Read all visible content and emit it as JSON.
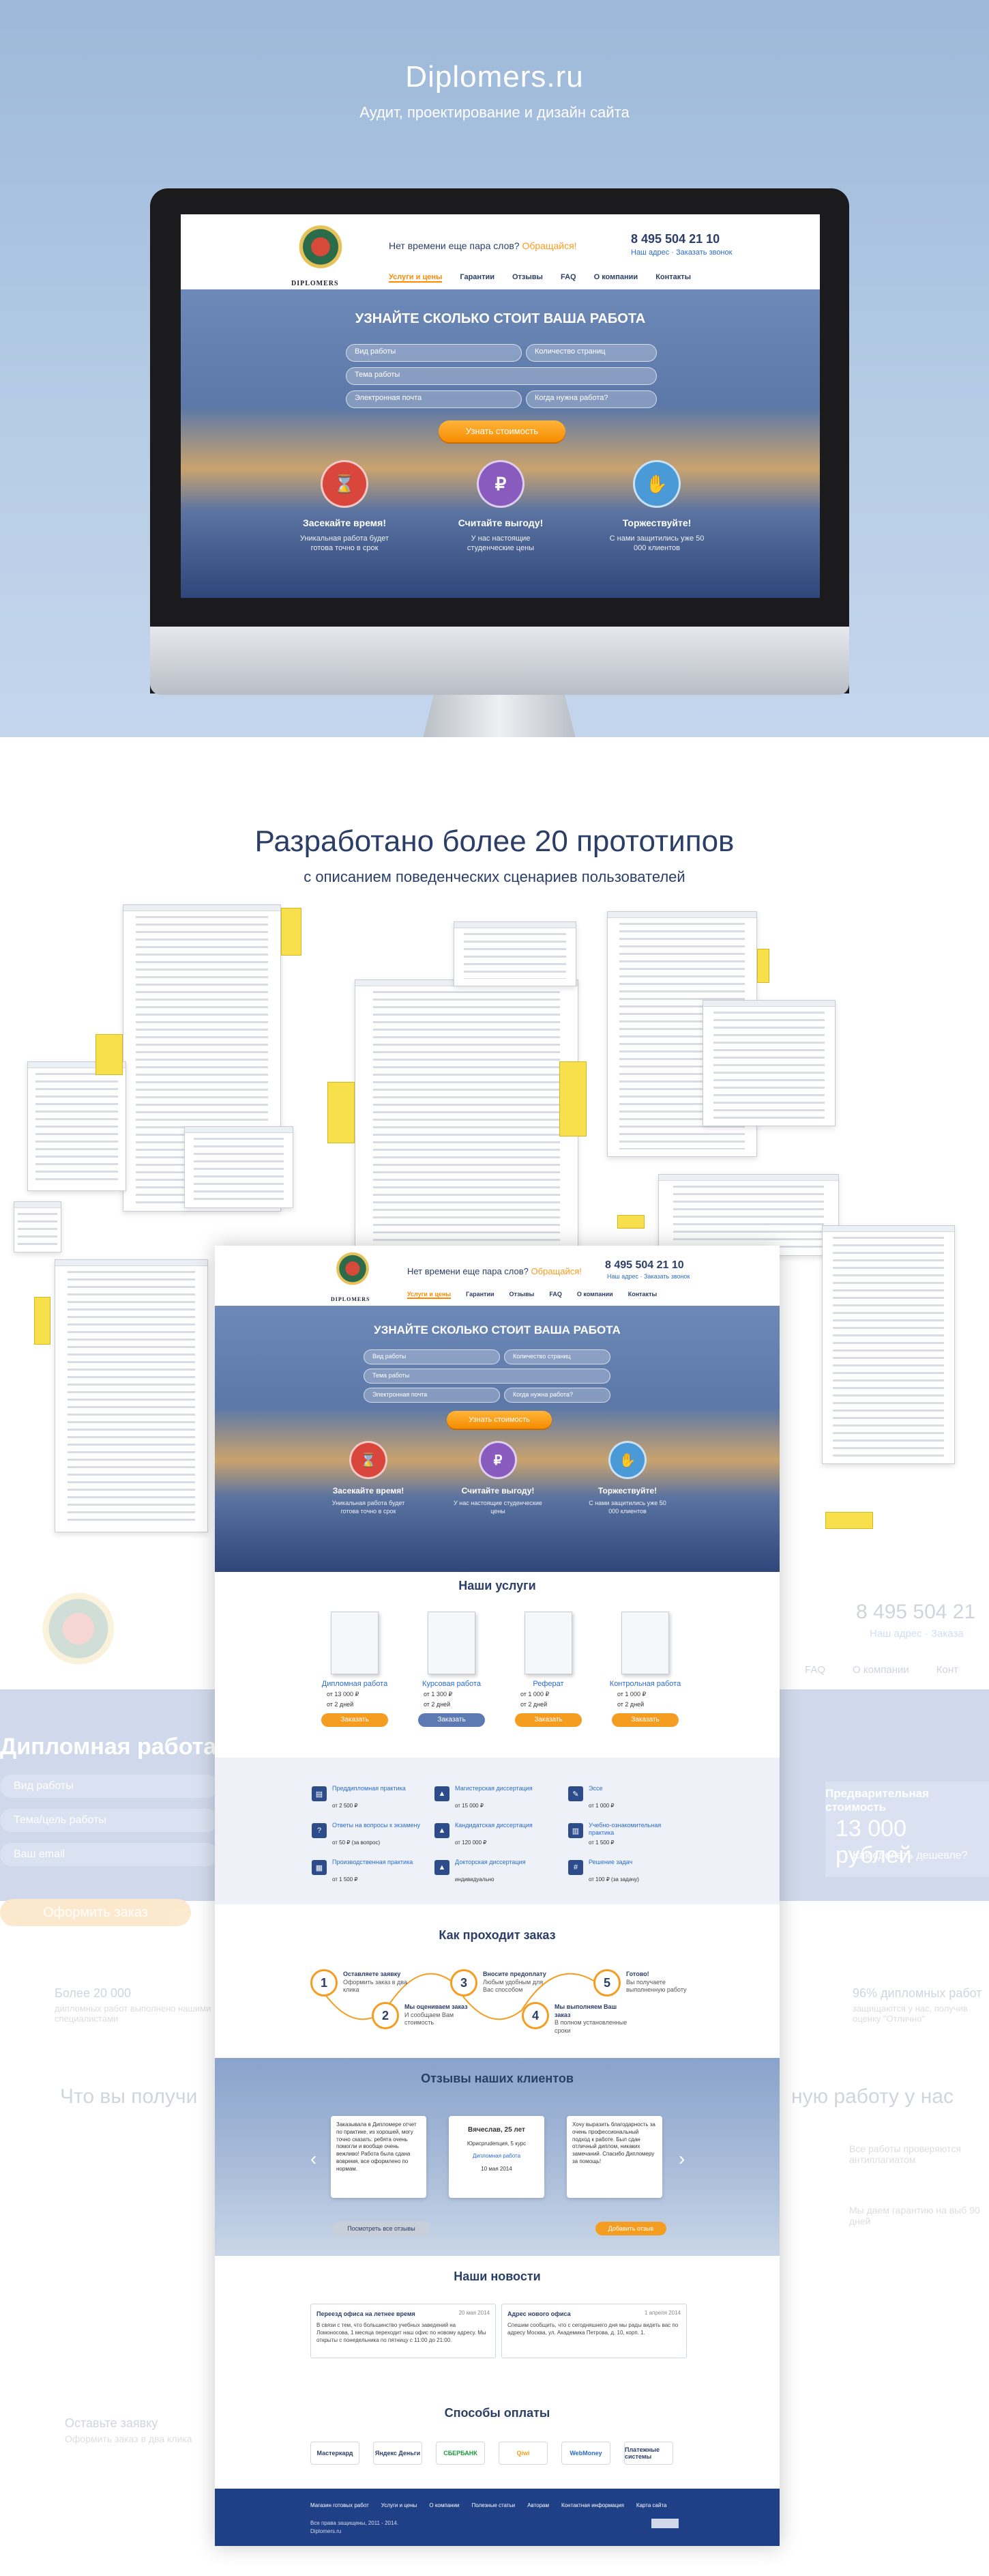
{
  "hero": {
    "title": "Diplomers.ru",
    "subtitle": "Аудит, проектирование и дизайн сайта"
  },
  "site": {
    "logo_text": "DIPLOMERS",
    "question": "Нет времени еще пара слов?",
    "question_link": "Обращайся!",
    "phone": "8 495 504 21 10",
    "header_links": [
      "Наш адрес",
      "Заказать звонок"
    ],
    "menu": [
      "Услуги и цены",
      "Гарантии",
      "Отзывы",
      "FAQ",
      "О компании",
      "Контакты"
    ],
    "banner_title": "УЗНАЙТЕ СКОЛЬКО СТОИТ ВАША РАБОТА",
    "fields": {
      "type": "Вид работы",
      "pages": "Количество страниц",
      "topic": "Тема работы",
      "email": "Электронная почта",
      "date": "Когда нужна работа?"
    },
    "calc_button": "Узнать стоимость",
    "features": [
      {
        "title": "Засекайте время!",
        "desc": "Уникальная работа будет готова точно в срок"
      },
      {
        "title": "Считайте выгоду!",
        "desc": "У нас настоящие студенческие цены"
      },
      {
        "title": "Торжествуйте!",
        "desc": "С нами защитились уже 50 000 клиентов"
      }
    ]
  },
  "section2": {
    "title": "Разработано более 20 прототипов",
    "subtitle": "с описанием поведенческих сценариев пользователей"
  },
  "ghost": {
    "phone": "8 495 504 21",
    "links": [
      "Наш адрес",
      "Заказа"
    ],
    "menu": [
      "FAQ",
      "О компании",
      "Конт"
    ],
    "heading": "Дипломная работа",
    "fields": [
      "Вид работы",
      "Тема/цель работы",
      "Ваш email"
    ],
    "button": "Оформить заказ",
    "price_label": "Предварительная стоимость",
    "price": "13 000 рублей",
    "price_btn": "Как сделать дешевле?",
    "stat_left": "Более 20 000",
    "stat_left_desc": "дипломных работ выполнено нашими специалистами",
    "stat_right": "96% дипломных работ",
    "stat_right_desc": "защищаются у нас, получив оценку \"Отлично\"",
    "q_left": "Что вы получи",
    "q_right": "ную работу у нас",
    "perk1": "Все работы проверяются антиплагиатом",
    "perk2": "Мы даем гарантию на выб 90 дней",
    "step_title": "Оставьте заявку",
    "step_desc": "Оформить заказ в два клика"
  },
  "services": {
    "title": "Наши услуги",
    "items": [
      {
        "name": "Дипломная работа",
        "price": "от 13 000 ₽",
        "days": "от 2 дней",
        "button": "Заказать"
      },
      {
        "name": "Курсовая работа",
        "price": "от 1 300 ₽",
        "days": "от 2 дней",
        "button": "Заказать"
      },
      {
        "name": "Реферат",
        "price": "от 1 000 ₽",
        "days": "от 2 дней",
        "button": "Заказать"
      },
      {
        "name": "Контрольная работа",
        "price": "от 1 000 ₽",
        "days": "от 2 дней",
        "button": "Заказать"
      }
    ],
    "more": [
      {
        "name": "Преддипломная практика",
        "price": "от 2 500 ₽"
      },
      {
        "name": "Магистерская диссертация",
        "price": "от 15 000 ₽"
      },
      {
        "name": "Эссе",
        "price": "от 1 000 ₽"
      },
      {
        "name": "Ответы на вопросы к экзамену",
        "price": "от 50 ₽ (за вопрос)"
      },
      {
        "name": "Кандидатская диссертация",
        "price": "от 120 000 ₽"
      },
      {
        "name": "Учебно-ознакомительная практика",
        "price": "от 1 500 ₽"
      },
      {
        "name": "Производственная практика",
        "price": "от 1 500 ₽"
      },
      {
        "name": "Докторская диссертация",
        "price": "индивидуально"
      },
      {
        "name": "Решение задач",
        "price": "от 100 ₽ (за задачу)"
      }
    ]
  },
  "steps": {
    "title": "Как проходит заказ",
    "items": [
      {
        "n": "1",
        "title": "Оставляете заявку",
        "desc": "Оформить заказ в два клика"
      },
      {
        "n": "2",
        "title": "Мы оцениваем заказ",
        "desc": "И сообщаем Вам стоимость"
      },
      {
        "n": "3",
        "title": "Вносите предоплату",
        "desc": "Любым удобным для Вас способом"
      },
      {
        "n": "4",
        "title": "Мы выполняем Ваш заказ",
        "desc": "В полном установленные сроки"
      },
      {
        "n": "5",
        "title": "Готово!",
        "desc": "Вы получаете выполненную работу"
      }
    ]
  },
  "reviews": {
    "title": "Отзывы наших клиентов",
    "items": [
      "Заказывала в Дипломере отчет по практике, из хорошей, могу точно сказать: ребята очень помогли и вообще очень вежливо! Работа была сдана вовремя, все оформлено по нормам.",
      "Вячеслав, 25 лет|Юрисprudenция, 5 курс|Дипломная работа|10 мая 2014",
      "Хочу выразить благодарность за очень профессиональный подход к работе. Был сдан отличный диплом, никаких замечаний. Спасибо Дипломеру за помощь!"
    ],
    "buttons": [
      "Посмотреть все отзывы",
      "Добавить отзыв"
    ]
  },
  "news": {
    "title": "Наши новости",
    "items": [
      {
        "title": "Переезд офиса на летнее время",
        "date": "20 мая 2014",
        "text": "В связи с тем, что большинство учебных заведений на Ломоносова, 1 месяца переходит наш офис по новому адресу. Мы открыты с понедельника по пятницу с 11:00 до 21:00."
      },
      {
        "title": "Адрес нового офиса",
        "date": "1 апреля 2014",
        "text": "Спешим сообщить, что с сегодняшнего дня мы рады видеть вас по адресу Москва, ул. Академика Петрова, д. 10, корп. 1."
      }
    ]
  },
  "payments": {
    "title": "Способы оплаты",
    "items": [
      "Мастеркард",
      "Яндекс Деньги",
      "СБЕРБАНК",
      "Qiwi",
      "WebMoney",
      "Платежные системы"
    ]
  },
  "footer": {
    "links": [
      "Магазин готовых работ",
      "Услуги и цены",
      "О компании",
      "Полезные статьи",
      "Авторам",
      "Контактная информация",
      "Карта сайта"
    ],
    "copyright": "Все права защищены, 2011 - 2014.",
    "domain": "Diplomers.ru"
  },
  "colors": {
    "accent": "#f59d20",
    "navy": "#2a3e68",
    "link": "#2a6bd0",
    "footer": "#1f3f87"
  }
}
